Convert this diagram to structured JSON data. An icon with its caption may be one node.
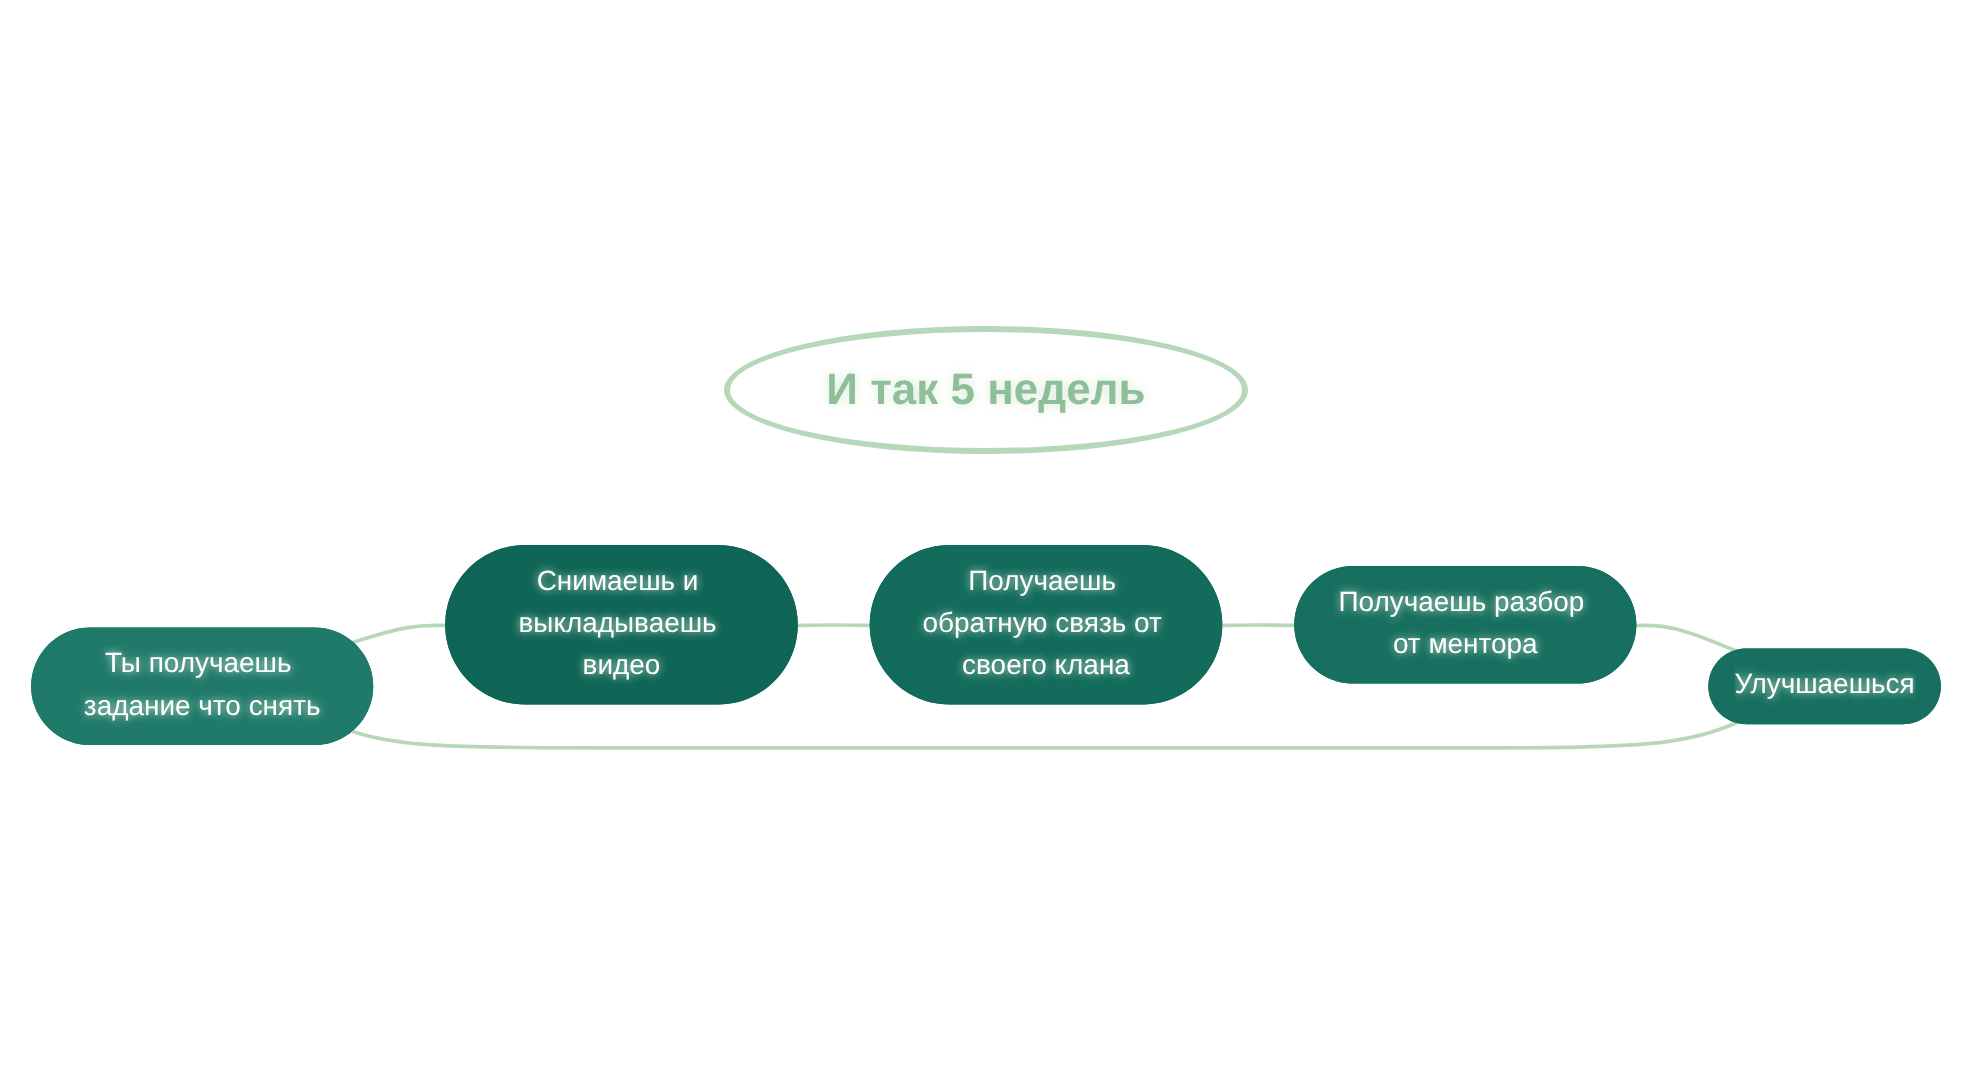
{
  "diagram": {
    "nodes": [
      {
        "text": [
          "Ты получаешь задание что снять"
        ]
      },
      {
        "text": [
          "Снимаешь и выкладываешь видео"
        ]
      },
      {
        "text": [
          "Получаешь обратную связь от своего клана"
        ]
      },
      {
        "text": [
          "Получаешь разбор от ментора"
        ]
      },
      {
        "text": [
          "Улучшаешься"
        ]
      }
    ],
    "edges": [
      {
        "from": 0,
        "to": 1,
        "arrow": "none"
      },
      {
        "from": 1,
        "to": 2,
        "arrow": "none"
      },
      {
        "from": 2,
        "to": 3,
        "arrow": "none"
      },
      {
        "from": 3,
        "to": 4,
        "arrow": "none"
      },
      {
        "from": 4,
        "to": 0,
        "arrow": "none"
      }
    ],
    "labels": [
      "И так 5 недель"
    ]
  }
}
